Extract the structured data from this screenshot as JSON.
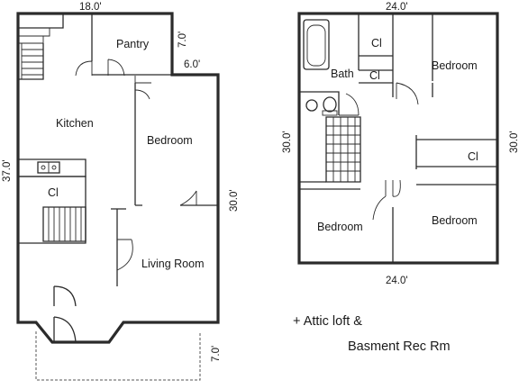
{
  "first_floor": {
    "dimensions": {
      "top": "18.0'",
      "left": "37.0'",
      "right": "30.0'",
      "pantry_side": "7.0'",
      "pantry_bottom": "6.0'",
      "porch": "7.0'"
    },
    "rooms": {
      "pantry": "Pantry",
      "kitchen": "Kitchen",
      "bedroom": "Bedroom",
      "closet": "Cl",
      "living_room": "Living Room"
    }
  },
  "second_floor": {
    "dimensions": {
      "top": "24.0'",
      "bottom": "24.0'",
      "left": "30.0'",
      "right": "30.0'"
    },
    "rooms": {
      "closet_top": "Cl",
      "bath": "Bath",
      "closet_bath": "Cl",
      "bedroom_top_right": "Bedroom",
      "closet_right": "Cl",
      "bedroom_bottom_left": "Bedroom",
      "bedroom_bottom_right": "Bedroom"
    }
  },
  "notes": {
    "line1": "+ Attic loft &",
    "line2": "Basment Rec Rm"
  }
}
